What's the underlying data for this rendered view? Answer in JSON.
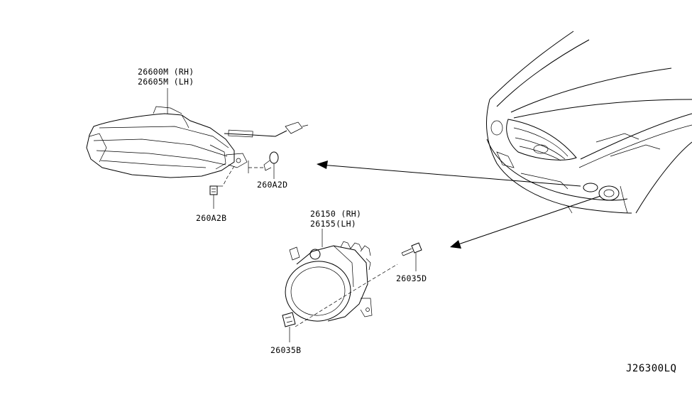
{
  "parts": {
    "lamp_rh": "26600M (RH)",
    "lamp_lh": "26605M (LH)",
    "clip_260a2d": "260A2D",
    "clip_260a2b": "260A2B",
    "fog_rh": "26150 (RH)",
    "fog_lh": "26155(LH)",
    "screw_26035d": "26035D",
    "clip_26035b": "26035B"
  },
  "diagram_code": "J26300LQ"
}
